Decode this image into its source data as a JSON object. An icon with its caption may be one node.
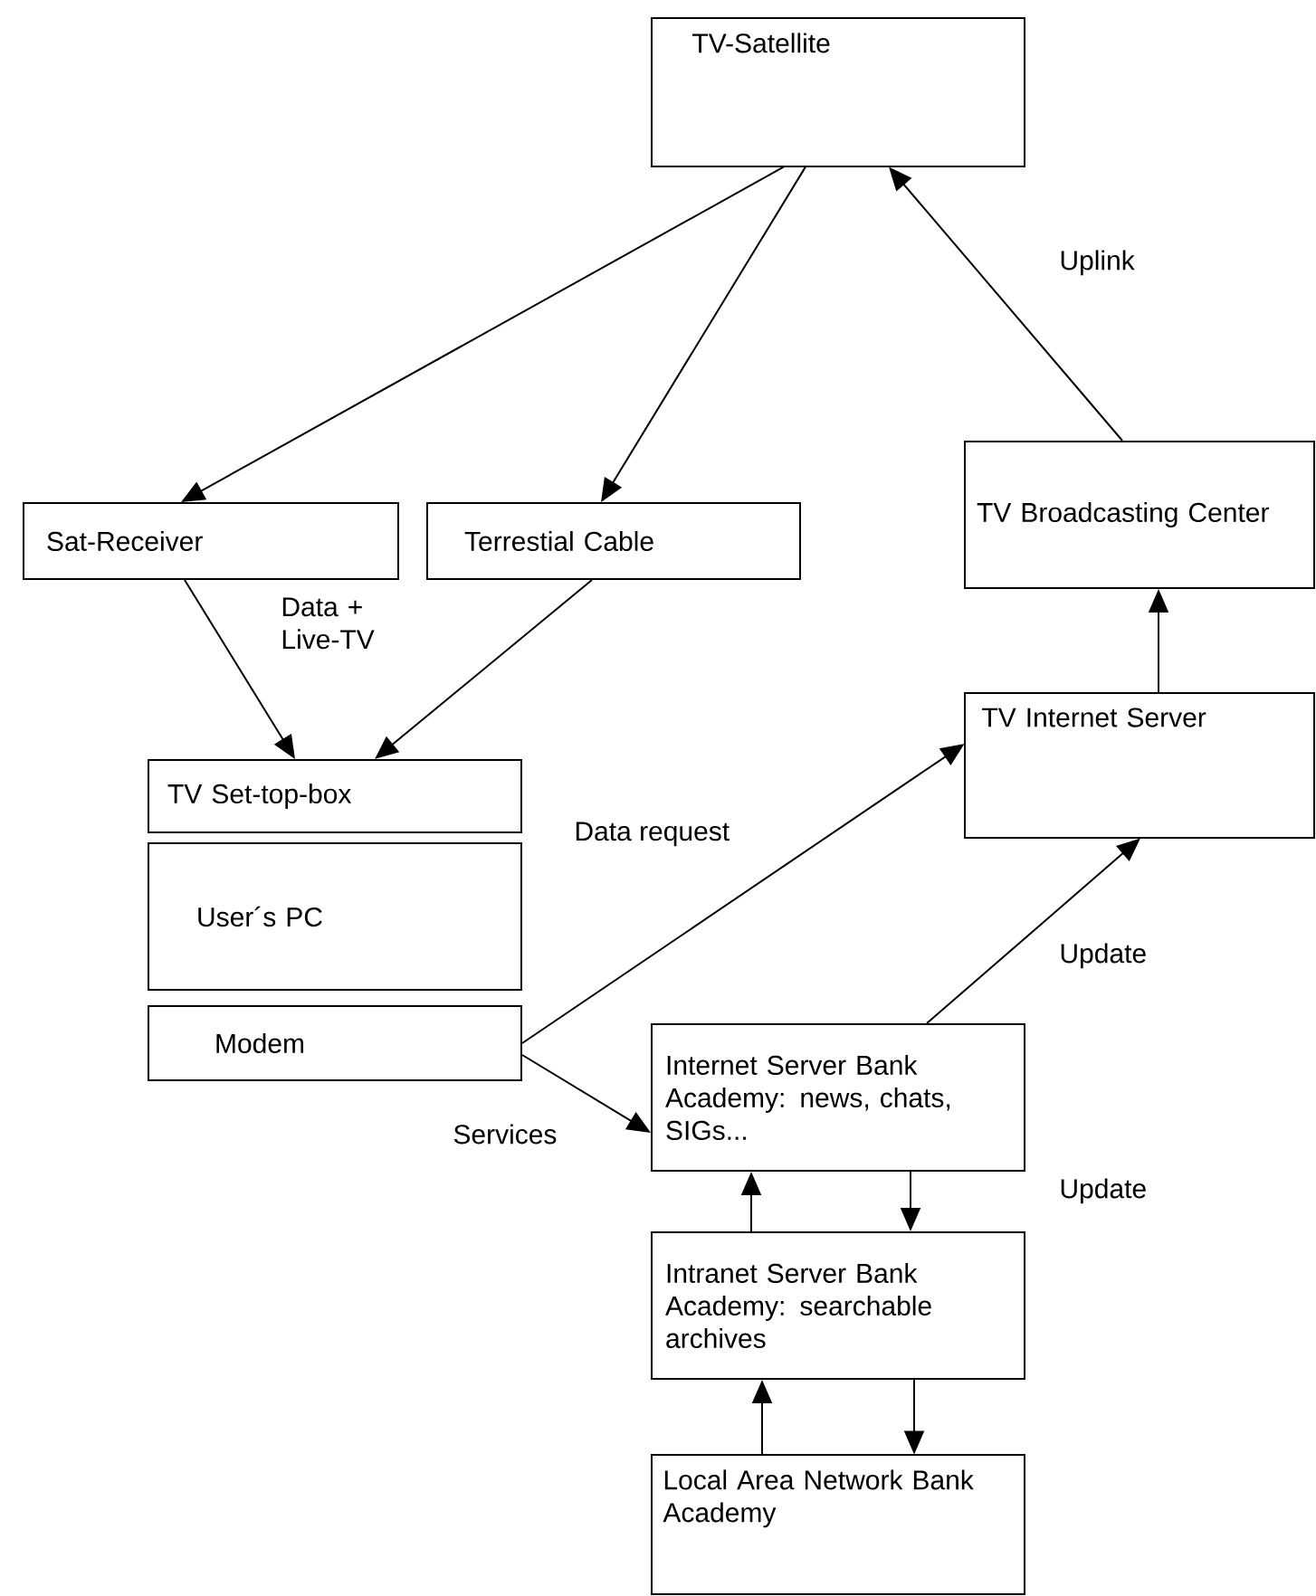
{
  "diagram": {
    "nodes": [
      {
        "text": [
          "TV-Satellite"
        ]
      },
      {
        "text": [
          "Sat-Receiver"
        ]
      },
      {
        "text": [
          "Terrestial Cable"
        ]
      },
      {
        "text": [
          "TV Broadcasting Center"
        ]
      },
      {
        "text": [
          "TV Set-top-box"
        ]
      },
      {
        "text": [
          "User´s PC"
        ]
      },
      {
        "text": [
          "Modem"
        ]
      },
      {
        "text": [
          "TV Internet Server"
        ]
      },
      {
        "text": [
          "Internet Server Bank Academy: news, chats, SIGs..."
        ]
      },
      {
        "text": [
          "Intranet Server Bank Academy: searchable archives"
        ]
      },
      {
        "text": [
          "Local Area Network Bank Academy"
        ]
      }
    ],
    "edges": [
      {
        "from": 0,
        "to": 1,
        "arrow": "to"
      },
      {
        "from": 0,
        "to": 2,
        "arrow": "to"
      },
      {
        "from": 3,
        "to": 0,
        "arrow": "to"
      },
      {
        "from": 1,
        "to": 4,
        "arrow": "to"
      },
      {
        "from": 2,
        "to": 4,
        "arrow": "to"
      },
      {
        "from": 7,
        "to": 3,
        "arrow": "to"
      },
      {
        "from": 6,
        "to": 7,
        "arrow": "to"
      },
      {
        "from": 6,
        "to": 8,
        "arrow": "to"
      },
      {
        "from": 8,
        "to": 7,
        "arrow": "to"
      },
      {
        "from": 9,
        "to": 8,
        "arrow": "to"
      },
      {
        "from": 8,
        "to": 9,
        "arrow": "to"
      },
      {
        "from": 10,
        "to": 9,
        "arrow": "to"
      },
      {
        "from": 9,
        "to": 10,
        "arrow": "to"
      }
    ],
    "labels": [
      "Uplink",
      "Data + Live-TV",
      "Data request",
      "Update",
      "Services",
      "Update"
    ]
  }
}
